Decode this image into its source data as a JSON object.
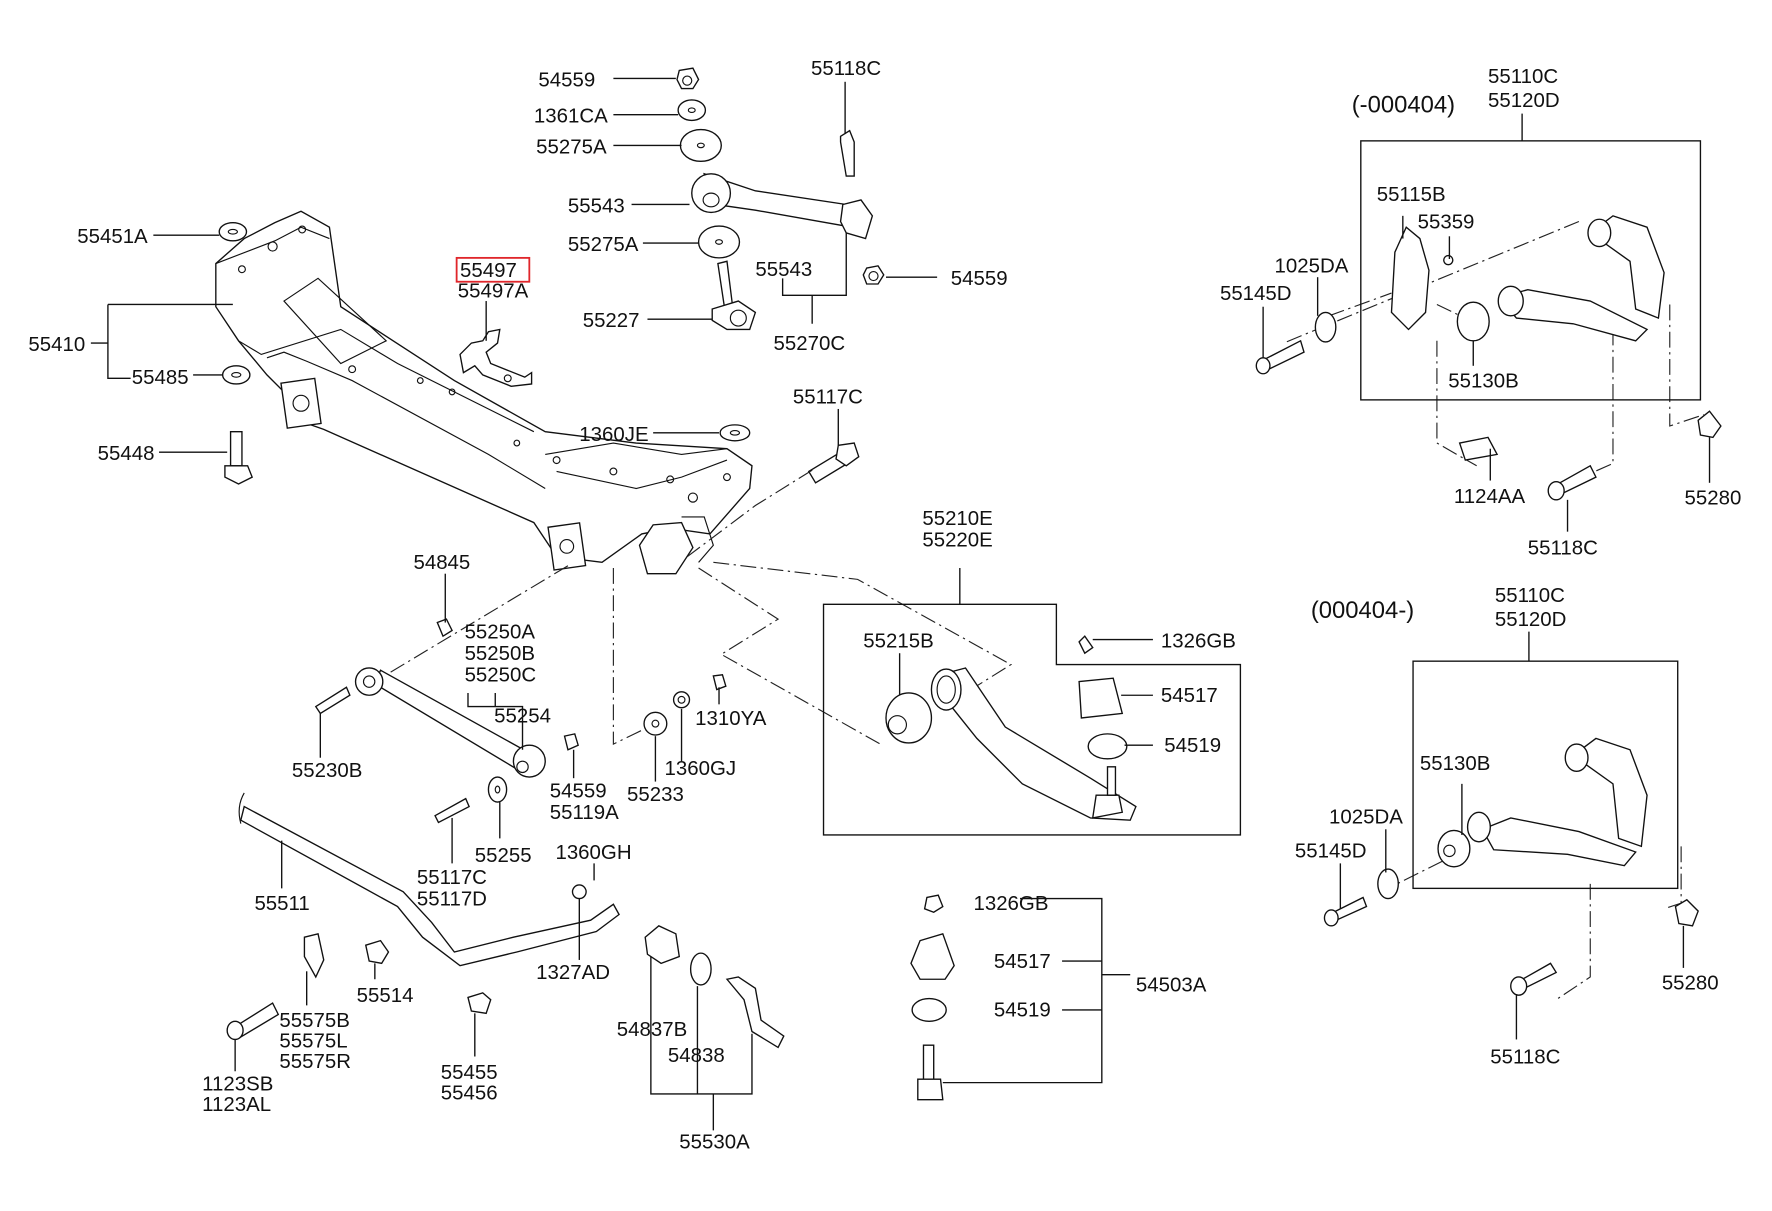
{
  "diagram": {
    "title": "Front Suspension Crossmember & Lower/Upper Control Arm Parts Diagram",
    "highlight_color": "#e0262b",
    "highlighted_part": "55497",
    "variants": {
      "upper_box_range": "(-000404)",
      "lower_box_range": "(000404-)"
    },
    "labels": {
      "p54559_top": "54559",
      "p1361CA": "1361CA",
      "p55275A_a": "55275A",
      "p55543_a": "55543",
      "p55275A_b": "55275A",
      "p55118C_top": "55118C",
      "p55543_b": "55543",
      "p54559_mid": "54559",
      "p55227": "55227",
      "p55270C": "55270C",
      "p55451A": "55451A",
      "p55410": "55410",
      "p55485": "55485",
      "p55448": "55448",
      "p55497": "55497",
      "p55497A": "55497A",
      "p1360JE": "1360JE",
      "p55117C_a": "55117C",
      "p54845": "54845",
      "p55250A": "55250A",
      "p55250B": "55250B",
      "p55250C": "55250C",
      "p55254": "55254",
      "p55230B": "55230B",
      "p54559_low": "54559",
      "p55119A": "55119A",
      "p55233": "55233",
      "p1360GJ": "1360GJ",
      "p1310YA": "1310YA",
      "p55255": "55255",
      "p55117C_b": "55117C",
      "p55117D": "55117D",
      "p1360GH": "1360GH",
      "p1327AD": "1327AD",
      "p55511": "55511",
      "p55514": "55514",
      "p55575B": "55575B",
      "p55575L": "55575L",
      "p55575R": "55575R",
      "p1123SB": "1123SB",
      "p1123AL": "1123AL",
      "p55455": "55455",
      "p55456": "55456",
      "p54837B": "54837B",
      "p54838": "54838",
      "p55530A": "55530A",
      "p55210E": "55210E",
      "p55220E": "55220E",
      "p55215B": "55215B",
      "p1326GB_a": "1326GB",
      "p54517_a": "54517",
      "p54519_a": "54519",
      "p1326GB_b": "1326GB",
      "p54517_b": "54517",
      "p54519_b": "54519",
      "p54503A": "54503A",
      "u_55110C": "55110C",
      "u_55120D": "55120D",
      "u_55115B": "55115B",
      "u_55359": "55359",
      "u_1025DA": "1025DA",
      "u_55145D": "55145D",
      "u_55130B": "55130B",
      "u_1124AA": "1124AA",
      "u_55118C": "55118C",
      "u_55280": "55280",
      "l_55110C": "55110C",
      "l_55120D": "55120D",
      "l_55130B": "55130B",
      "l_1025DA": "1025DA",
      "l_55145D": "55145D",
      "l_55118C": "55118C",
      "l_55280": "55280"
    }
  }
}
